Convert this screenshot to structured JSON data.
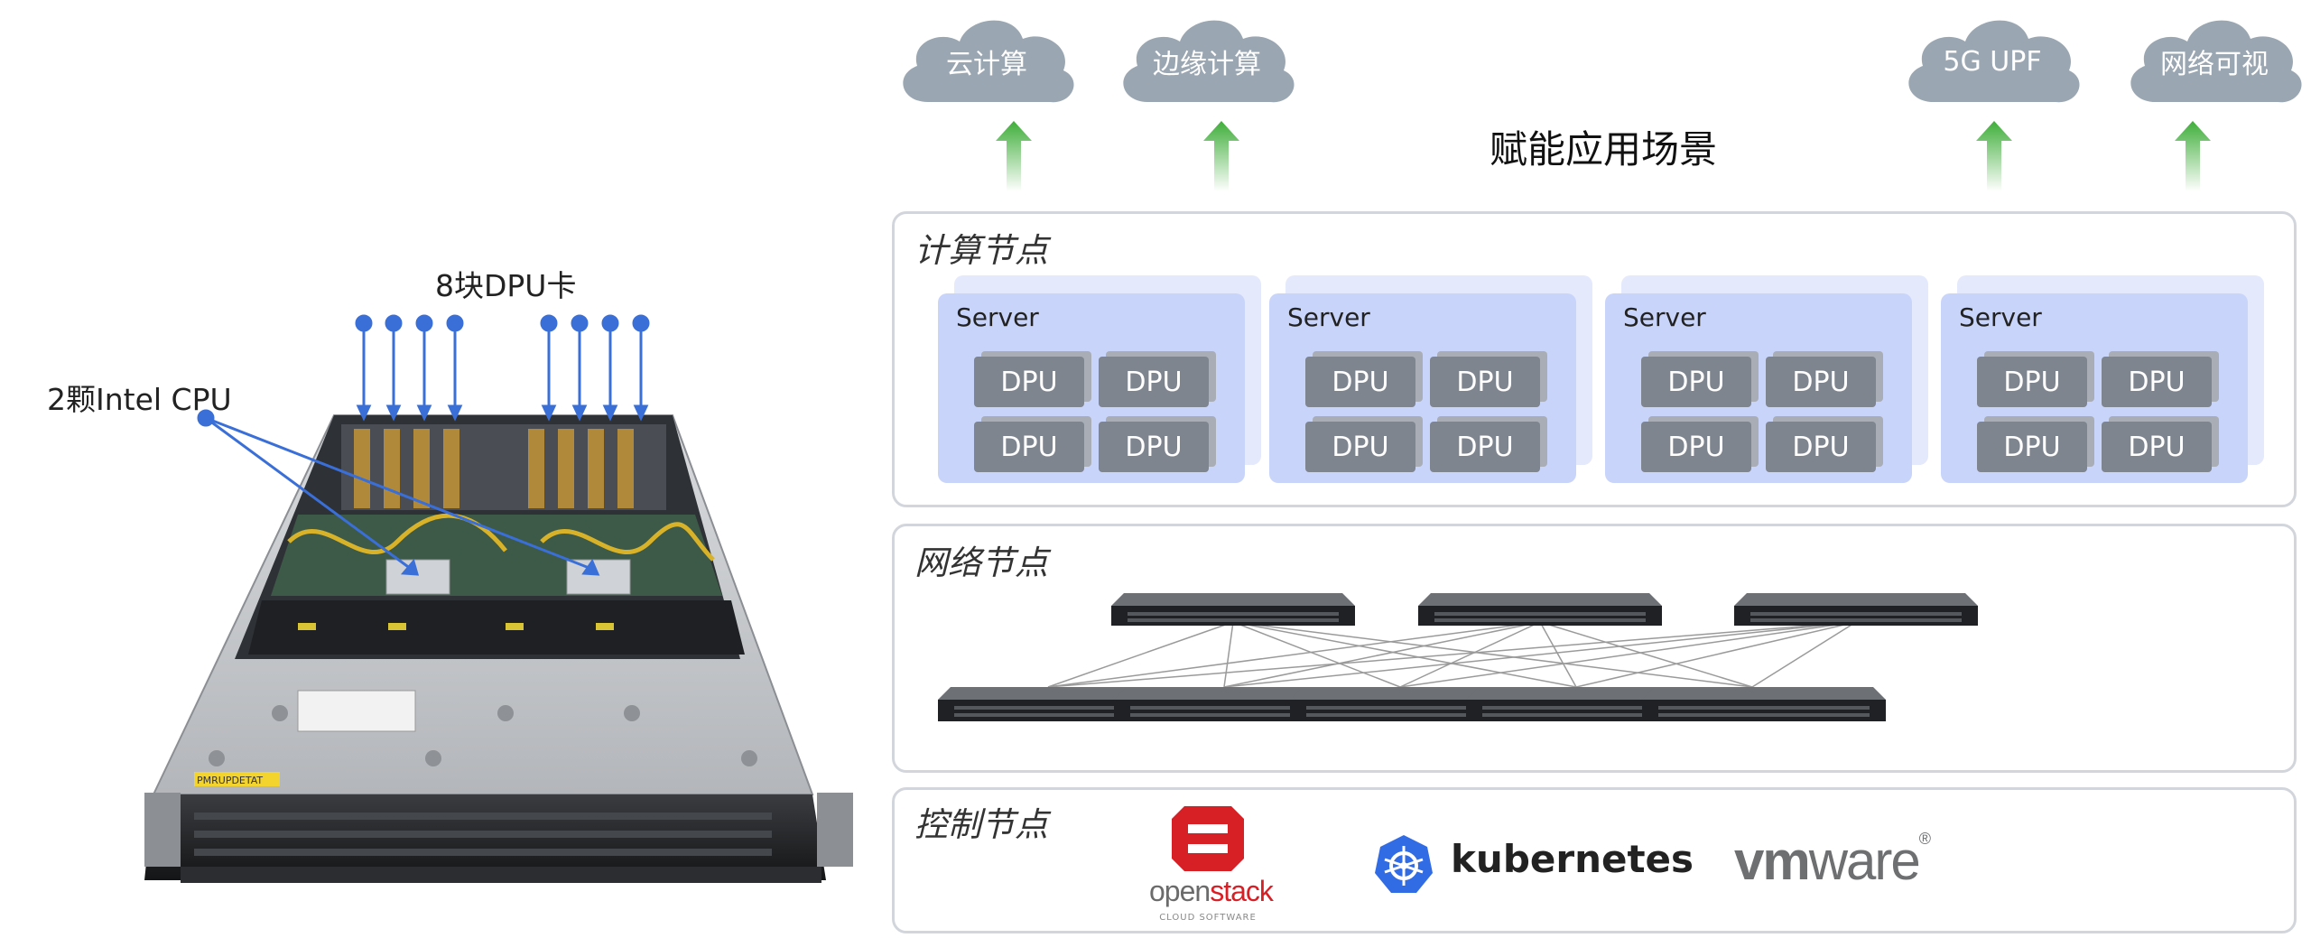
{
  "photo": {
    "dpu_label": "8块DPU卡",
    "cpu_label": "2颗Intel CPU",
    "chassis_tag": "PMRUPDETAT"
  },
  "scenarios": {
    "title": "赋能应用场景",
    "items": [
      {
        "label": "云计算"
      },
      {
        "label": "边缘计算"
      },
      {
        "label": "5G UPF"
      },
      {
        "label": "网络可视"
      }
    ]
  },
  "compute": {
    "title": "计算节点",
    "servers": [
      {
        "label": "Server",
        "dpus": [
          "DPU",
          "DPU",
          "DPU",
          "DPU"
        ]
      },
      {
        "label": "Server",
        "dpus": [
          "DPU",
          "DPU",
          "DPU",
          "DPU"
        ]
      },
      {
        "label": "Server",
        "dpus": [
          "DPU",
          "DPU",
          "DPU",
          "DPU"
        ]
      },
      {
        "label": "Server",
        "dpus": [
          "DPU",
          "DPU",
          "DPU",
          "DPU"
        ]
      }
    ]
  },
  "network": {
    "title": "网络节点"
  },
  "control": {
    "title": "控制节点",
    "logos": {
      "openstack": {
        "name": "openstack",
        "part1": "open",
        "part2": "stack",
        "sub": "CLOUD SOFTWARE"
      },
      "kubernetes": {
        "name": "kubernetes"
      },
      "vmware": {
        "name": "vmware",
        "part1": "vm",
        "part2": "ware",
        "mark": "®"
      }
    }
  },
  "colors": {
    "cloud": "#9aa6b2",
    "arrow": "#4caf50",
    "server_card": "#c9d4fa",
    "dpu": "#7f858f",
    "panel_border": "#d2d6dc",
    "pointer": "#3a6fd8"
  }
}
